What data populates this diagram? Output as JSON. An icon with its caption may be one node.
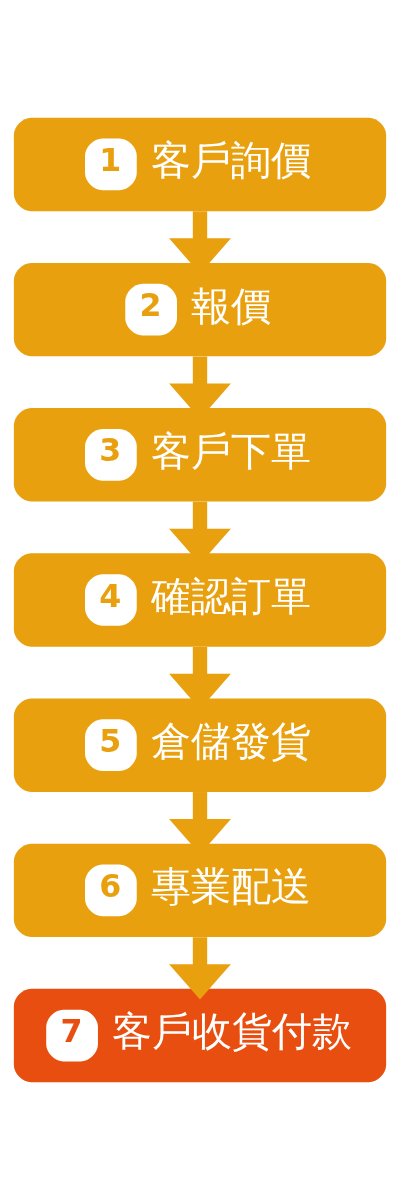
{
  "diagram": {
    "nodes": [
      {
        "text": [
          "1",
          "客戶詢價"
        ]
      },
      {
        "text": [
          "2",
          "報價"
        ]
      },
      {
        "text": [
          "3",
          "客戶下單"
        ]
      },
      {
        "text": [
          "4",
          "確認訂單"
        ]
      },
      {
        "text": [
          "5",
          "倉儲發貨"
        ]
      },
      {
        "text": [
          "6",
          "專業配送"
        ]
      },
      {
        "text": [
          "7",
          "客戶收貨付款"
        ]
      }
    ],
    "edges": [
      {
        "from": 0,
        "to": 1,
        "arrow": "to"
      },
      {
        "from": 1,
        "to": 2,
        "arrow": "to"
      },
      {
        "from": 2,
        "to": 3,
        "arrow": "to"
      },
      {
        "from": 3,
        "to": 4,
        "arrow": "to"
      },
      {
        "from": 4,
        "to": 5,
        "arrow": "to"
      },
      {
        "from": 5,
        "to": 6,
        "arrow": "to"
      }
    ]
  }
}
